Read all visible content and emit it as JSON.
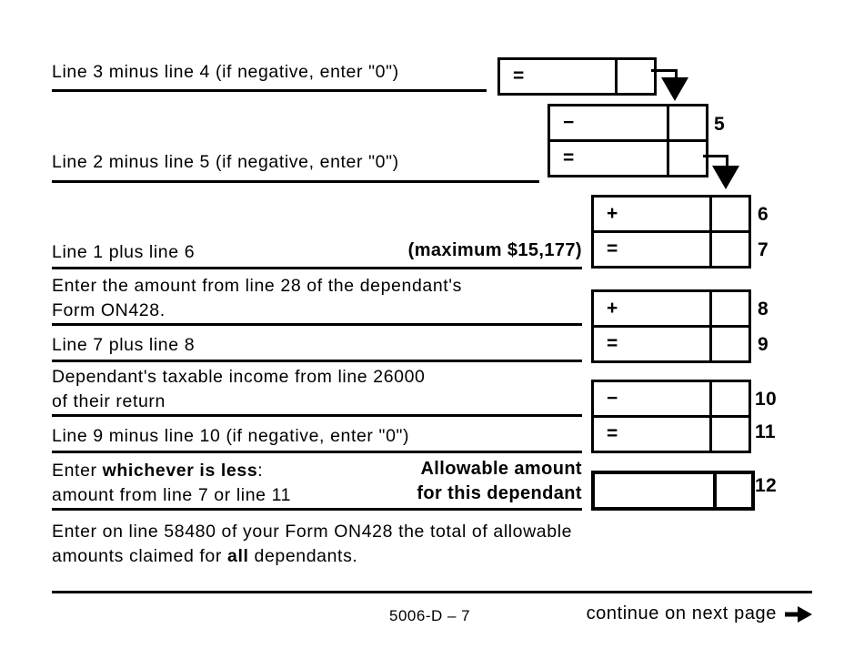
{
  "form": {
    "row1": {
      "label": "Line 3 minus line 4 (if negative, enter \"0\")"
    },
    "row2": {
      "label": "Line 2 minus line 5 (if negative, enter \"0\")"
    },
    "row3": {
      "label": "Line 1 plus line 6",
      "note": "(maximum $15,177)"
    },
    "row4": {
      "line1": "Enter the amount from line 28 of the dependant's",
      "line2": "Form ON428."
    },
    "row5": {
      "label": "Line 7 plus line 8"
    },
    "row6": {
      "line1": "Dependant's taxable income from line 26000",
      "line2": "of their return"
    },
    "row7": {
      "label": "Line 9 minus line 10 (if negative, enter \"0\")"
    },
    "row8": {
      "prefix": "Enter ",
      "bold": "whichever is less",
      "suffix": ":",
      "line2": "amount from line 7 or line 11",
      "note_line1": "Allowable amount",
      "note_line2": "for this dependant"
    },
    "row9": {
      "part1": "Enter on line 58480 of your Form ON428 the total of allowable",
      "part2_prefix": "amounts claimed for ",
      "part2_bold": "all",
      "part2_suffix": " dependants."
    }
  },
  "boxes": {
    "box_top": {
      "operator": "="
    },
    "box5": {
      "operator": "−",
      "line_no": "5"
    },
    "box5_result": {
      "operator": "="
    },
    "box6": {
      "operator": "+",
      "line_no": "6"
    },
    "box7": {
      "operator": "=",
      "line_no": "7"
    },
    "box8": {
      "operator": "+",
      "line_no": "8"
    },
    "box9": {
      "operator": "=",
      "line_no": "9"
    },
    "box10": {
      "operator": "−",
      "line_no": "10"
    },
    "box11": {
      "operator": "=",
      "line_no": "11"
    },
    "box12": {
      "line_no": "12"
    }
  },
  "footer": {
    "page_number": "5006-D – 7",
    "continue_label": "continue on next page"
  },
  "colors": {
    "ink": "#000000",
    "background": "#ffffff"
  }
}
